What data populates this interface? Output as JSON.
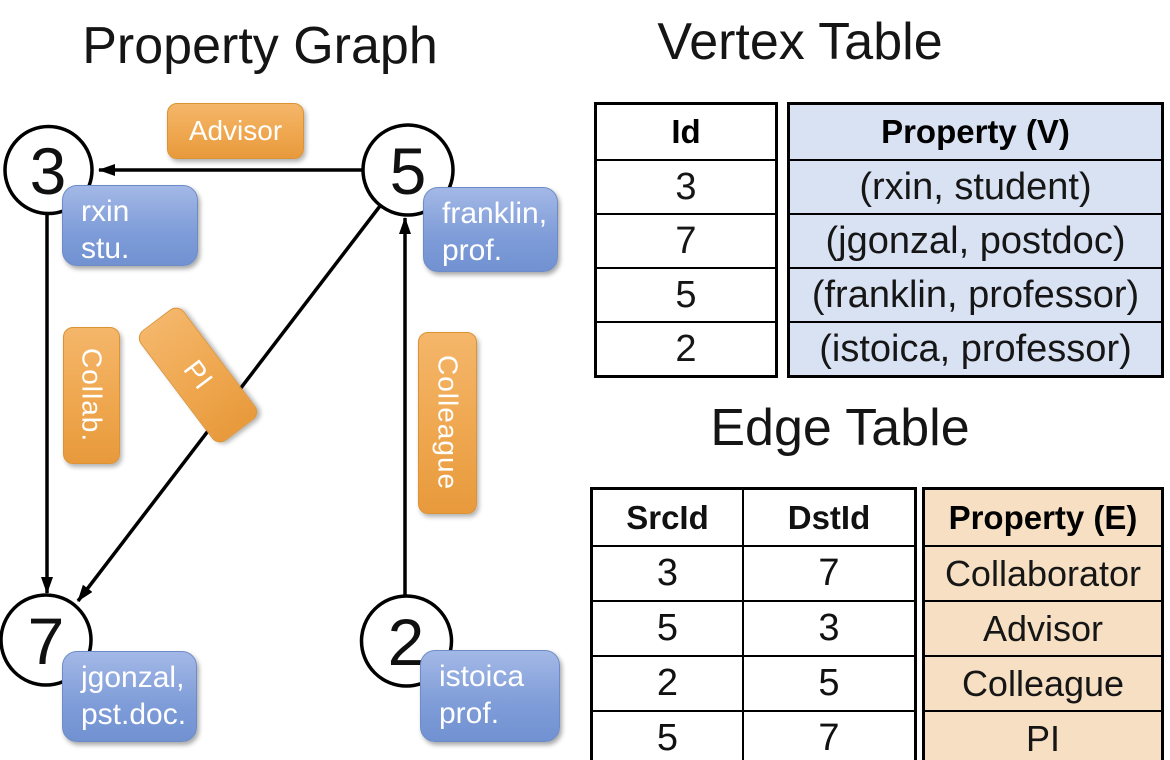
{
  "colors": {
    "edge_label_fill": "#EFA74F",
    "edge_label_border": "#DC9334",
    "vertex_label_fill": "#84A0DA",
    "vertex_label_border": "#6D8CC7",
    "vertex_cell_fill": "#D9E2F3",
    "edge_cell_fill": "#F6DFC2",
    "line_color": "#000000"
  },
  "graph": {
    "title": "Property Graph",
    "nodes": [
      {
        "id": "3",
        "property_line1": "rxin",
        "property_line2": "stu."
      },
      {
        "id": "5",
        "property_line1": "franklin,",
        "property_line2": "prof."
      },
      {
        "id": "7",
        "property_line1": "jgonzal,",
        "property_line2": "pst.doc."
      },
      {
        "id": "2",
        "property_line1": "istoica",
        "property_line2": "prof."
      }
    ],
    "edge_labels": {
      "advisor": "Advisor",
      "collab": "Collab.",
      "pi": "PI",
      "colleague": "Colleague"
    }
  },
  "vertex_table": {
    "title": "Vertex Table",
    "headers": {
      "id": "Id",
      "property": "Property (V)"
    },
    "rows": [
      {
        "id": "3",
        "property": "(rxin, student)"
      },
      {
        "id": "7",
        "property": "(jgonzal, postdoc)"
      },
      {
        "id": "5",
        "property": "(franklin, professor)"
      },
      {
        "id": "2",
        "property": "(istoica, professor)"
      }
    ]
  },
  "edge_table": {
    "title": "Edge Table",
    "headers": {
      "src": "SrcId",
      "dst": "DstId",
      "property": "Property (E)"
    },
    "rows": [
      {
        "src": "3",
        "dst": "7",
        "property": "Collaborator"
      },
      {
        "src": "5",
        "dst": "3",
        "property": "Advisor"
      },
      {
        "src": "2",
        "dst": "5",
        "property": "Colleague"
      },
      {
        "src": "5",
        "dst": "7",
        "property": "PI"
      }
    ]
  }
}
